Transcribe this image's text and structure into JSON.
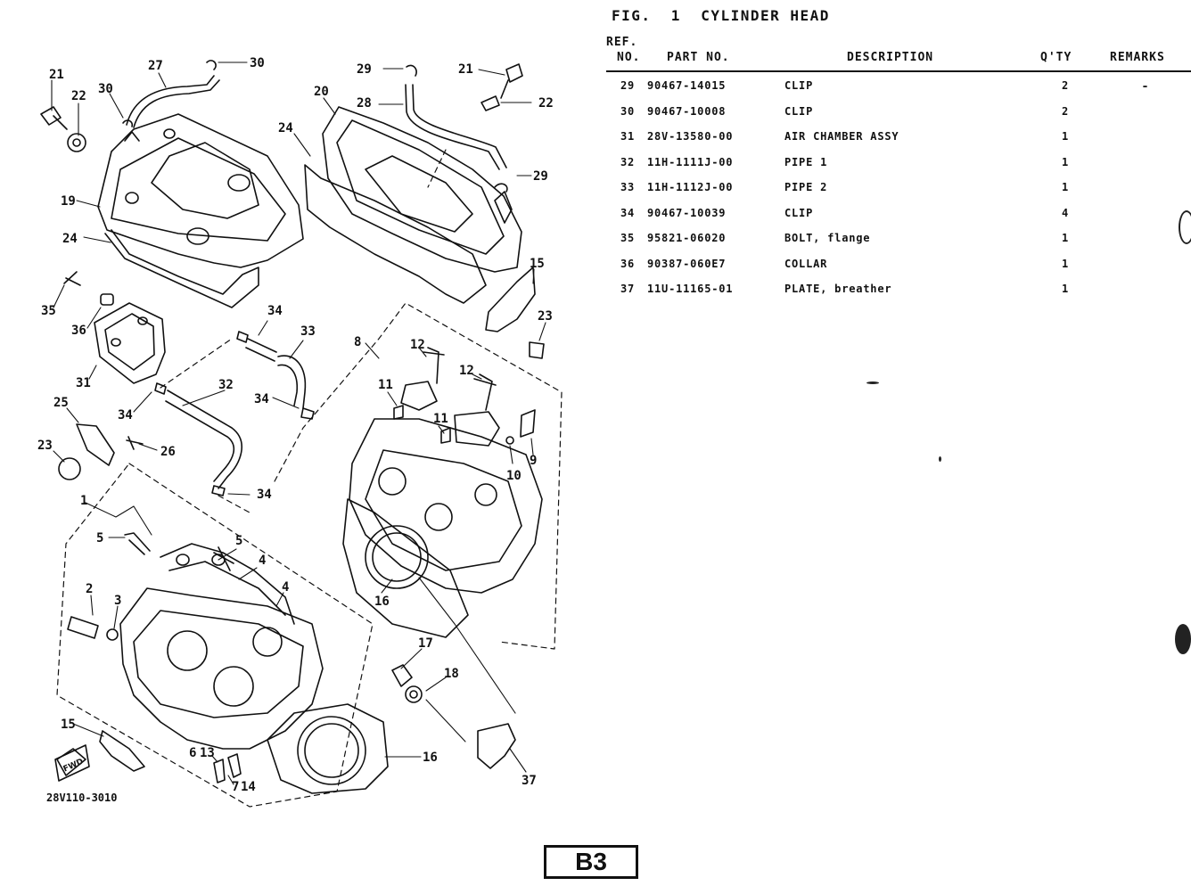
{
  "figure": {
    "prefix": "FIG.",
    "number": "1",
    "title": "CYLINDER HEAD"
  },
  "table": {
    "headers": {
      "ref_line1": "REF.",
      "ref_line2": "NO.",
      "part_no": "PART NO.",
      "description": "DESCRIPTION",
      "qty": "Q'TY",
      "remarks": "REMARKS"
    },
    "rows": [
      {
        "ref": "29",
        "part_no": "90467-14015",
        "description": "CLIP",
        "qty": "2"
      },
      {
        "ref": "30",
        "part_no": "90467-10008",
        "description": "CLIP",
        "qty": "2"
      },
      {
        "ref": "31",
        "part_no": "28V-13580-00",
        "description": "AIR CHAMBER ASSY",
        "qty": "1"
      },
      {
        "ref": "32",
        "part_no": "11H-1111J-00",
        "description": "PIPE 1",
        "qty": "1"
      },
      {
        "ref": "33",
        "part_no": "11H-1112J-00",
        "description": "PIPE 2",
        "qty": "1"
      },
      {
        "ref": "34",
        "part_no": "90467-10039",
        "description": "CLIP",
        "qty": "4"
      },
      {
        "ref": "35",
        "part_no": "95821-06020",
        "description": "BOLT, flange",
        "qty": "1"
      },
      {
        "ref": "36",
        "part_no": "90387-060E7",
        "description": "COLLAR",
        "qty": "1"
      },
      {
        "ref": "37",
        "part_no": "11U-11165-01",
        "description": "PLATE, breather",
        "qty": "1"
      }
    ]
  },
  "diagram": {
    "drawing_code": "28V110-3010",
    "fwd_label": "FWD",
    "callouts": [
      "21",
      "22",
      "19",
      "24",
      "27",
      "30",
      "30",
      "29",
      "28",
      "21",
      "22",
      "20",
      "24",
      "29",
      "15",
      "23",
      "35",
      "36",
      "31",
      "34",
      "34",
      "33",
      "32",
      "34",
      "34",
      "8",
      "12",
      "12",
      "11",
      "11",
      "10",
      "9",
      "25",
      "26",
      "23",
      "1",
      "5",
      "5",
      "4",
      "4",
      "2",
      "3",
      "16",
      "17",
      "18",
      "16",
      "15",
      "6",
      "13",
      "7",
      "14",
      "37"
    ]
  },
  "page_label": "B3"
}
